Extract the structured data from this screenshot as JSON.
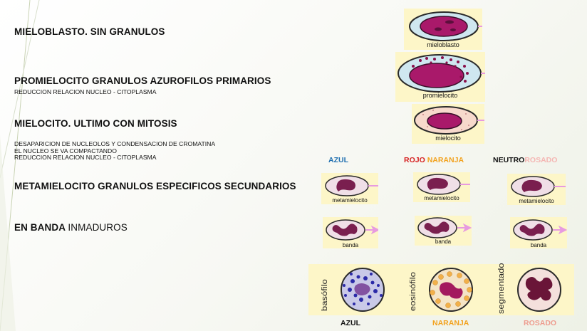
{
  "stages": [
    {
      "title": "MIELOBLASTO.  SIN GRANULOS",
      "notes": []
    },
    {
      "title": "PROMIELOCITO  GRANULOS AZUROFILOS PRIMARIOS",
      "notes": [
        "REDUCCION RELACION NUCLEO - CITOPLASMA"
      ]
    },
    {
      "title": "MIELOCITO.  ULTIMO CON MITOSIS",
      "notes": [
        "DESAPARICION DE NUCLEOLOS Y CONDENSACION DE CROMATINA",
        "EL NUCLEO SE VA COMPACTANDO",
        "REDUCCION RELACION NUCLEO - CITOPLASMA"
      ]
    },
    {
      "title": "METAMIELOCITO GRANULOS ESPECIFICOS SECUNDARIOS",
      "notes": []
    },
    {
      "title_bold": "EN BANDA",
      "title_normal": "INMADUROS",
      "notes": []
    }
  ],
  "column_headers": {
    "azul": "AZUL",
    "rojo": "ROJO",
    "naranja": "NARANJA",
    "neutro": "NEUTRO",
    "rosado": "ROSADO"
  },
  "cells": {
    "mieloblasto": "mieloblasto",
    "promielocito": "promielocito",
    "mielocito": "mielocito",
    "metamielocito": "metamielocito",
    "banda": "banda",
    "basofilo": "basófilo",
    "eosinofilo": "eosinófilo",
    "segmentado": "segmentado"
  },
  "bottom_labels": {
    "azul": "AZUL",
    "naranja": "NARANJA",
    "rosado": "ROSADO"
  },
  "colors": {
    "azul": "#1f6fb0",
    "rojo": "#d61f1f",
    "naranja": "#f2a21e",
    "rosado": "#f4b6b3",
    "panel": "#fdf6c8",
    "nucleus": "#7a1f4f",
    "arrow": "#e79ae0"
  }
}
